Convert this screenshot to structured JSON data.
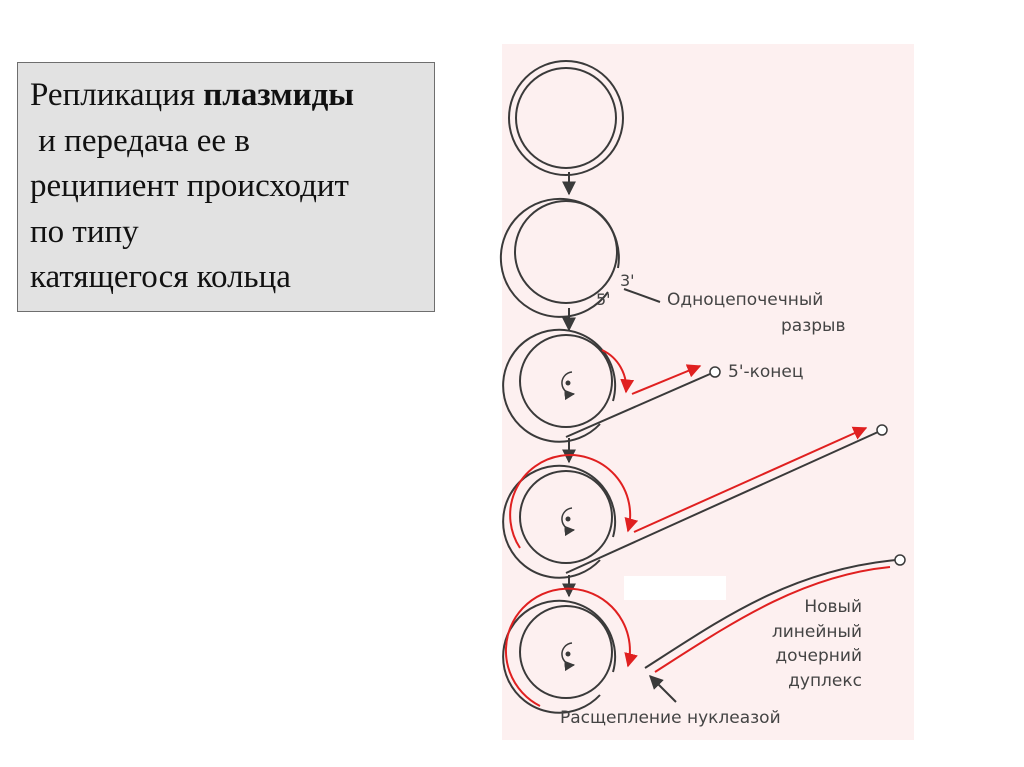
{
  "description_box": {
    "line1_prefix": "Репликация ",
    "line1_bold": "плазмиды",
    "line2": " и передача ее в",
    "line3": "реципиент происходит",
    "line4": "по типу",
    "line5": "катящегося кольца"
  },
  "diagram": {
    "label_3prime": "3'",
    "label_5prime": "5'",
    "label_nick_1": "Одноцепочечный",
    "label_nick_2": "разрыв",
    "label_5end": "5'-конец",
    "label_new_1": "Новый",
    "label_new_2": "линейный",
    "label_new_3": "дочерний",
    "label_new_4": "дуплекс",
    "label_nuclease": "Расщепление нуклеазой"
  },
  "colors": {
    "diagram_background": "#fdf0f0",
    "strand": "#3a3a3a",
    "new_strand": "#e02020",
    "box_background": "#e2e2e2"
  }
}
